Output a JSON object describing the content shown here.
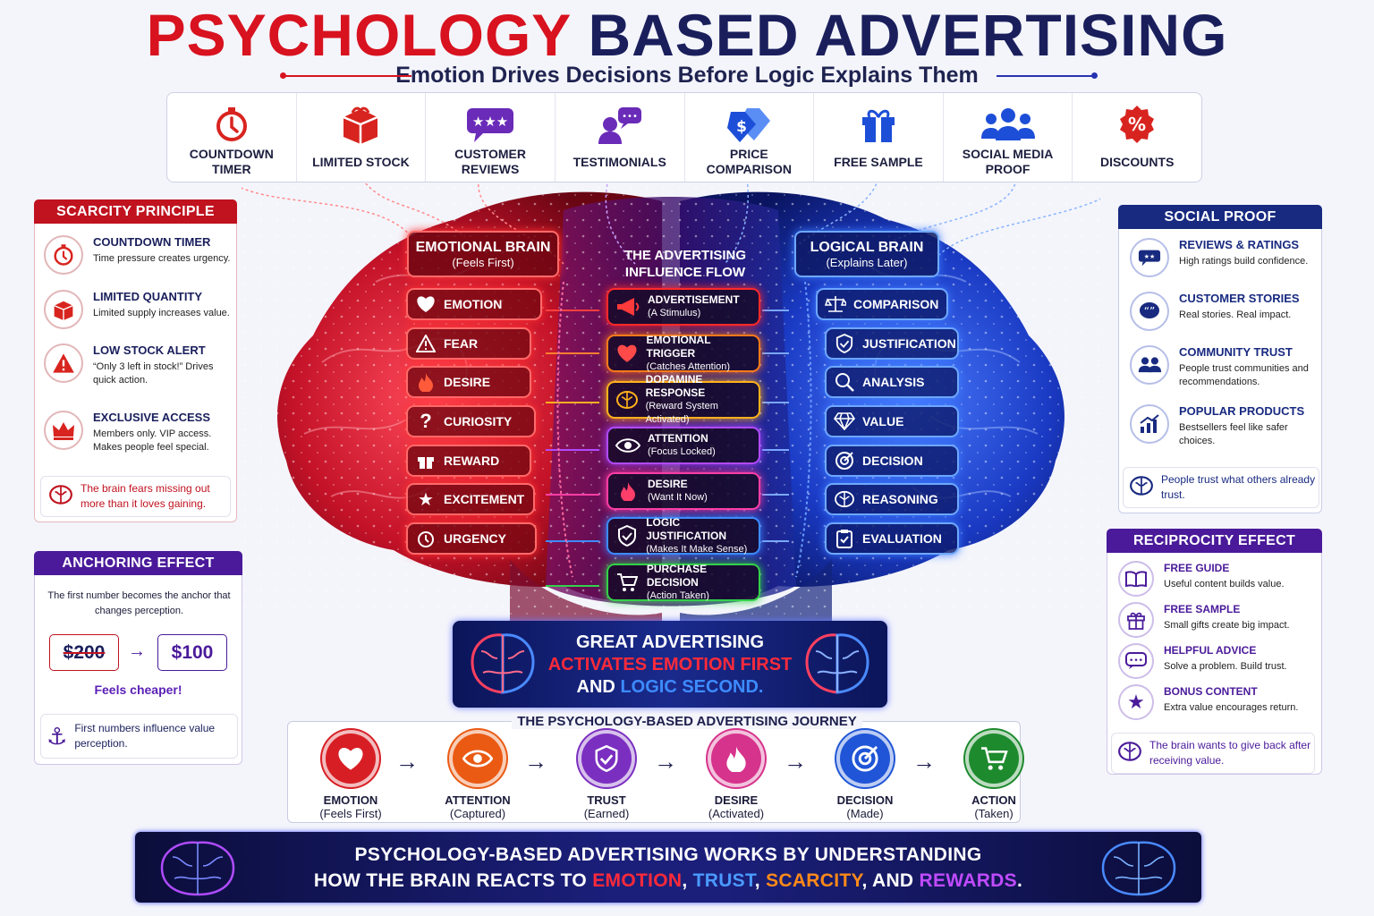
{
  "header": {
    "title_part1": "PSYCHOLOGY",
    "title_part2": "BASED ADVERTISING",
    "subtitle": "Emotion Drives Decisions Before Logic Explains Them"
  },
  "tactics": [
    {
      "label": "COUNTDOWN TIMER",
      "icon": "stopwatch-icon",
      "color": "#d8241f"
    },
    {
      "label": "LIMITED STOCK",
      "icon": "box-icon",
      "color": "#d8241f"
    },
    {
      "label": "CUSTOMER REVIEWS",
      "icon": "review-stars-icon",
      "color": "#6a2bb8"
    },
    {
      "label": "TESTIMONIALS",
      "icon": "testimonial-icon",
      "color": "#6a2bb8"
    },
    {
      "label": "PRICE COMPARISON",
      "icon": "price-tag-icon",
      "color": "#1d4ed8"
    },
    {
      "label": "FREE SAMPLE",
      "icon": "gift-icon",
      "color": "#1d4ed8"
    },
    {
      "label": "SOCIAL MEDIA PROOF",
      "icon": "people-icon",
      "color": "#1d4ed8"
    },
    {
      "label": "DISCOUNTS",
      "icon": "percent-badge-icon",
      "color": "#d8241f"
    }
  ],
  "scarcity": {
    "title": "SCARCITY PRINCIPLE",
    "items": [
      {
        "heading": "COUNTDOWN TIMER",
        "desc": "Time pressure creates urgency."
      },
      {
        "heading": "LIMITED QUANTITY",
        "desc": "Limited supply increases value."
      },
      {
        "heading": "LOW STOCK ALERT",
        "desc": "“Only 3 left in stock!” Drives quick action."
      },
      {
        "heading": "EXCLUSIVE ACCESS",
        "desc": "Members only. VIP access. Makes people feel special."
      }
    ],
    "note": "The brain fears missing out more than it loves gaining."
  },
  "anchoring": {
    "title": "ANCHORING EFFECT",
    "desc": "The first number becomes the anchor that changes perception.",
    "old_price": "$200",
    "new_price": "$100",
    "result": "Feels cheaper!",
    "note": "First numbers influence value perception."
  },
  "social_proof": {
    "title": "SOCIAL PROOF",
    "items": [
      {
        "heading": "REVIEWS & RATINGS",
        "desc": "High ratings build confidence."
      },
      {
        "heading": "CUSTOMER STORIES",
        "desc": "Real stories. Real impact."
      },
      {
        "heading": "COMMUNITY TRUST",
        "desc": "People trust communities and recommendations."
      },
      {
        "heading": "POPULAR PRODUCTS",
        "desc": "Bestsellers feel like safer choices."
      }
    ],
    "note": "People trust what others already trust."
  },
  "reciprocity": {
    "title": "RECIPROCITY EFFECT",
    "items": [
      {
        "heading": "FREE GUIDE",
        "desc": "Useful content builds value."
      },
      {
        "heading": "FREE SAMPLE",
        "desc": "Small gifts create big impact."
      },
      {
        "heading": "HELPFUL ADVICE",
        "desc": "Solve a problem. Build trust."
      },
      {
        "heading": "BONUS CONTENT",
        "desc": "Extra value encourages return."
      }
    ],
    "note": "The brain wants to give back after receiving value."
  },
  "brain": {
    "emotional_title": "EMOTIONAL BRAIN",
    "emotional_sub": "(Feels First)",
    "flow_title_1": "THE ADVERTISING",
    "flow_title_2": "INFLUENCE FLOW",
    "logical_title": "LOGICAL BRAIN",
    "logical_sub": "(Explains Later)",
    "emotional": [
      "EMOTION",
      "FEAR",
      "DESIRE",
      "CURIOSITY",
      "REWARD",
      "EXCITEMENT",
      "URGENCY"
    ],
    "logical": [
      "COMPARISON",
      "JUSTIFICATION",
      "ANALYSIS",
      "VALUE",
      "DECISION",
      "REASONING",
      "EVALUATION"
    ],
    "flow": [
      {
        "title": "ADVERTISEMENT",
        "sub": "(A Stimulus)",
        "color": "#ff2a2a"
      },
      {
        "title": "EMOTIONAL TRIGGER",
        "sub": "(Catches Attention)",
        "color": "#ff7a1a"
      },
      {
        "title": "DOPAMINE RESPONSE",
        "sub": "(Reward System Activated)",
        "color": "#ffb21a"
      },
      {
        "title": "ATTENTION",
        "sub": "(Focus Locked)",
        "color": "#b14bff"
      },
      {
        "title": "DESIRE",
        "sub": "(Want It Now)",
        "color": "#ff3ea5"
      },
      {
        "title": "LOGIC JUSTIFICATION",
        "sub": "(Makes It Make Sense)",
        "color": "#3d8bff"
      },
      {
        "title": "PURCHASE DECISION",
        "sub": "(Action Taken)",
        "color": "#33d14a"
      }
    ]
  },
  "great": {
    "line1": "GREAT ADVERTISING",
    "line2": "ACTIVATES EMOTION FIRST",
    "line3_a": "AND",
    "line3_b": "LOGIC SECOND."
  },
  "journey": {
    "title": "THE PSYCHOLOGY-BASED ADVERTISING JOURNEY",
    "steps": [
      {
        "label": "EMOTION",
        "sub": "(Feels First)",
        "color": "#d81e25",
        "icon": "heart-icon"
      },
      {
        "label": "ATTENTION",
        "sub": "(Captured)",
        "color": "#ea5a13",
        "icon": "eye-icon"
      },
      {
        "label": "TRUST",
        "sub": "(Earned)",
        "color": "#7b2fc0",
        "icon": "shield-check-icon"
      },
      {
        "label": "DESIRE",
        "sub": "(Activated)",
        "color": "#d6338c",
        "icon": "flame-icon"
      },
      {
        "label": "DECISION",
        "sub": "(Made)",
        "color": "#1f55d6",
        "icon": "target-icon"
      },
      {
        "label": "ACTION",
        "sub": "(Taken)",
        "color": "#1e8a2e",
        "icon": "cart-icon"
      }
    ]
  },
  "footer": {
    "line1": "PSYCHOLOGY-BASED ADVERTISING WORKS BY UNDERSTANDING",
    "line2_a": "HOW THE BRAIN REACTS TO",
    "kw1": "EMOTION",
    "kw2": "TRUST",
    "kw3": "SCARCITY",
    "sep": ",",
    "and": ", AND",
    "kw4": "REWARDS",
    "end": "."
  },
  "colors": {
    "red": "#d8121f",
    "navy": "#1a1f5c",
    "purple": "#5b21b6",
    "blue": "#1d4ed8"
  }
}
